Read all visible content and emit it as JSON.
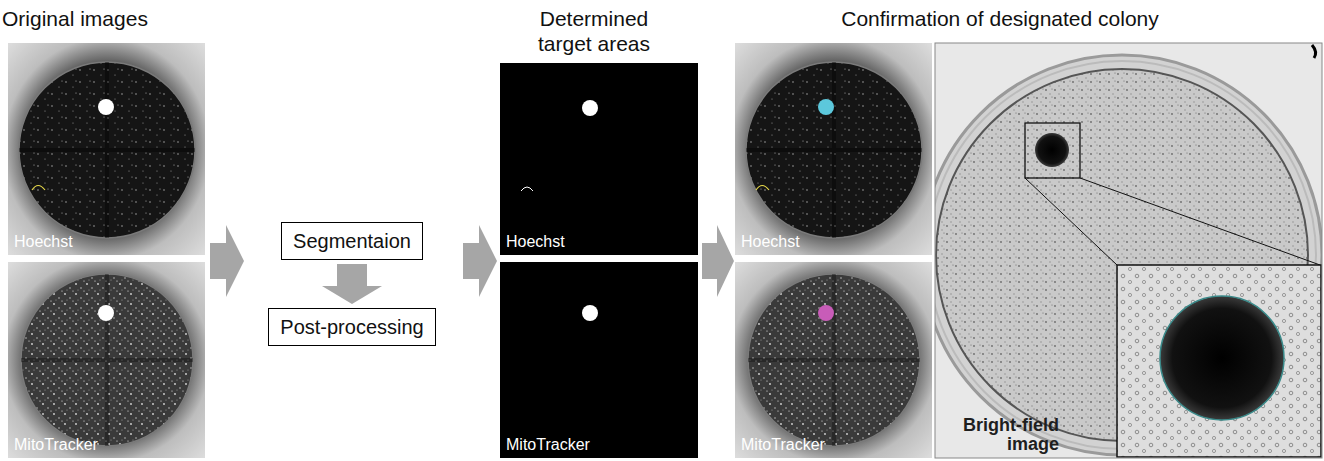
{
  "diagram": {
    "nodes": [
      {
        "text": [
          "Hoechst"
        ]
      },
      {
        "text": [
          "MitoTracker"
        ]
      },
      {
        "text": [
          "Segmentaion"
        ]
      },
      {
        "text": [
          "Post-processing"
        ]
      },
      {
        "text": [
          "Hoechst"
        ]
      },
      {
        "text": [
          "MitoTracker"
        ]
      },
      {
        "text": [
          "Hoechst"
        ]
      },
      {
        "text": [
          "MitoTracker"
        ]
      },
      {
        "text": [
          "Bright-field image"
        ]
      }
    ],
    "edges": [
      {
        "from": 2,
        "to": 3,
        "arrow": "to"
      }
    ],
    "labels": [
      "Original images",
      "Determined target areas",
      "Confirmation of designated colony"
    ]
  }
}
